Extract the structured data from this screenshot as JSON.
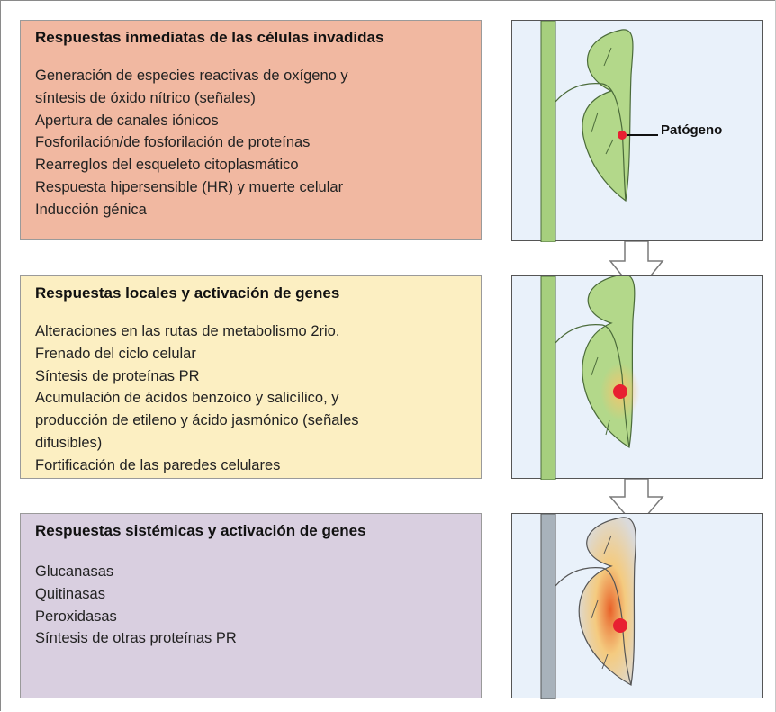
{
  "colors": {
    "box1_bg": "#f1b8a1",
    "box2_bg": "#fcefc2",
    "box3_bg": "#d9cfe0",
    "panel_bg": "#e9f1fa",
    "leaf_green": "#b3d88a",
    "stem_green": "#a6cf7e",
    "stem_gray": "#a8b2bb",
    "pathogen_red": "#e82031"
  },
  "sections": [
    {
      "title": "Respuestas inmediatas de las células invadidas",
      "items": [
        "Generación de especies reactivas de oxígeno y",
        "síntesis de óxido nítrico (señales)",
        "Apertura de canales iónicos",
        "Fosforilación/de fosforilación de proteínas",
        "Rearreglos del esqueleto citoplasmático",
        "Respuesta hipersensible (HR) y muerte celular",
        "Inducción génica"
      ]
    },
    {
      "title": "Respuestas locales y activación de genes",
      "items": [
        "Alteraciones en las rutas de metabolismo 2rio.",
        "Frenado del ciclo celular",
        "Síntesis de proteínas PR",
        "Acumulación de ácidos benzoico y salicílico, y",
        "producción de etileno y ácido jasmónico (señales",
        "difusibles)",
        "Fortificación de las paredes celulares"
      ]
    },
    {
      "title": "Respuestas sistémicas y activación de genes",
      "items": [
        "Glucanasas",
        "Quitinasas",
        "Peroxidasas",
        "Síntesis de otras proteínas PR"
      ]
    }
  ],
  "pathogen_label": "Patógeno"
}
